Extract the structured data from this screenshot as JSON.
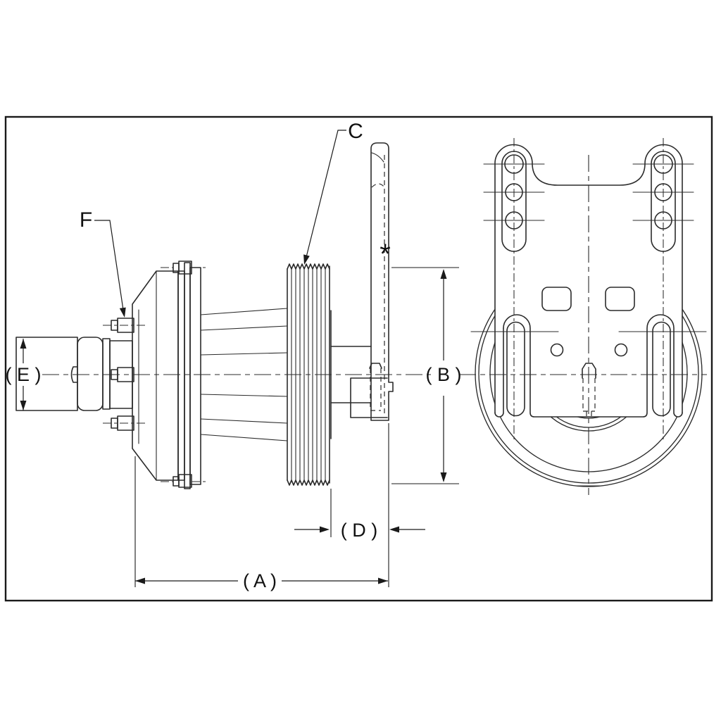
{
  "drawing": {
    "type": "engineering-drawing",
    "description": "Fan clutch assembly: side section view with ribbed pulley, mounting studs and fan pilot; front view of mounting bracket with slotted arms over pulley circle",
    "labels": {
      "leader_c": "C",
      "leader_f": "F",
      "dim_a": "( A )",
      "dim_b": "( B )",
      "dim_d": "( D )",
      "dim_e": "( E )",
      "asterisk": "*"
    },
    "colors": {
      "line": "#2b2b2b",
      "text": "#111111",
      "background": "#ffffff"
    }
  }
}
